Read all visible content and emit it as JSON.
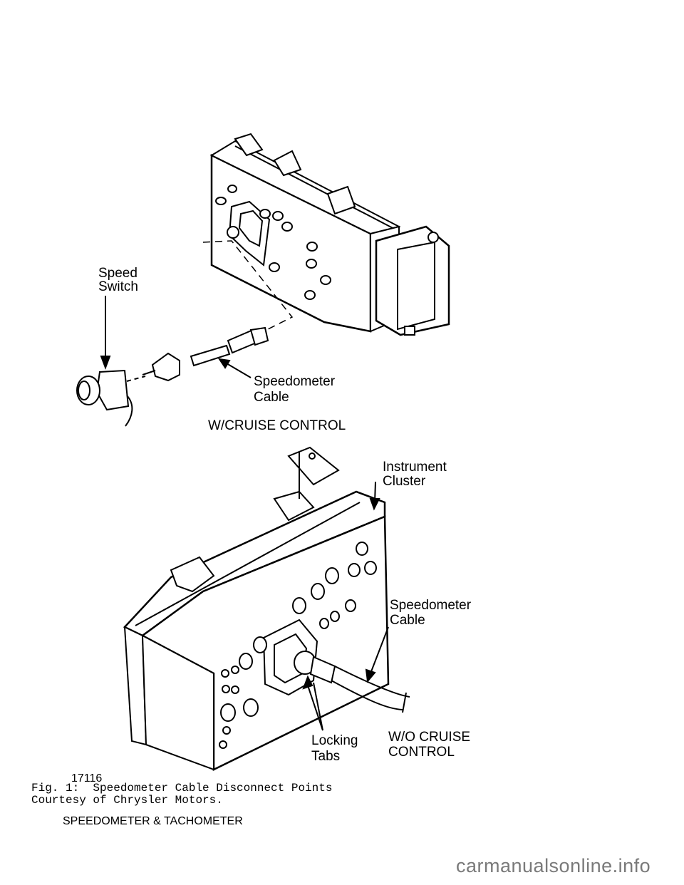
{
  "figure": {
    "labels": {
      "speed_switch_1": "Speed",
      "speed_switch_2": "Switch",
      "speedometer_cable_top_1": "Speedometer",
      "speedometer_cable_top_2": "Cable",
      "with_cruise": "W/CRUISE CONTROL",
      "instrument_cluster_1": "Instrument",
      "instrument_cluster_2": "Cluster",
      "speedometer_cable_bottom_1": "Speedometer",
      "speedometer_cable_bottom_2": "Cable",
      "locking_tabs_1": "Locking",
      "locking_tabs_2": "Tabs",
      "without_cruise_1": "W/O CRUISE",
      "without_cruise_2": "CONTROL",
      "figure_number": "17116"
    },
    "caption_line_1": "Fig. 1:  Speedometer Cable Disconnect Points",
    "caption_line_2": "Courtesy of Chrysler Motors."
  },
  "section_title": "SPEEDOMETER & TACHOMETER",
  "watermark": "carmanualsonline.info"
}
